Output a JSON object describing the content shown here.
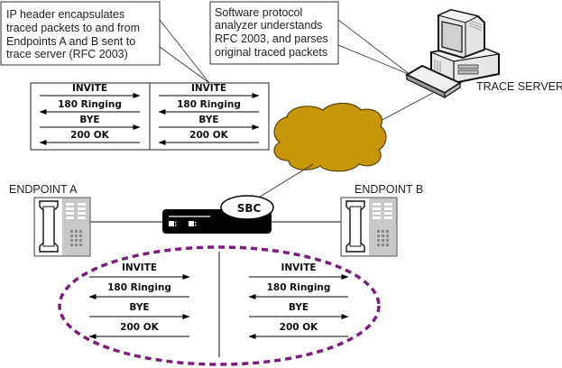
{
  "callouts": {
    "encapsulation": {
      "lines": [
        "IP header encapsulates",
        "traced packets to and from",
        "Endpoints A and B sent to",
        "trace server (RFC 2003)"
      ]
    },
    "analyzer": {
      "lines": [
        "Software protocol",
        "analyzer understands",
        "RFC 2003, and parses",
        "original  traced packets"
      ]
    }
  },
  "nodes": {
    "trace_server": "TRACE SERVER",
    "endpoint_a": "ENDPOINT A",
    "endpoint_b": "ENDPOINT B",
    "sbc": "SBC",
    "network": "cloud-network"
  },
  "traced_box": {
    "left": [
      {
        "label": "INVITE",
        "direction": "right"
      },
      {
        "label": "180 Ringing",
        "direction": "left"
      },
      {
        "label": "BYE",
        "direction": "right"
      },
      {
        "label": "200 OK",
        "direction": "left"
      }
    ],
    "right": [
      {
        "label": "INVITE",
        "direction": "right"
      },
      {
        "label": "180 Ringing",
        "direction": "left"
      },
      {
        "label": "BYE",
        "direction": "right"
      },
      {
        "label": "200 OK",
        "direction": "left"
      }
    ]
  },
  "original_flow": {
    "left": [
      {
        "label": "INVITE",
        "direction": "right"
      },
      {
        "label": "180 Ringing",
        "direction": "left"
      },
      {
        "label": "BYE",
        "direction": "right"
      },
      {
        "label": "200 OK",
        "direction": "left"
      }
    ],
    "right": [
      {
        "label": "INVITE",
        "direction": "right"
      },
      {
        "label": "180 Ringing",
        "direction": "left"
      },
      {
        "label": "BYE",
        "direction": "right"
      },
      {
        "label": "200 OK",
        "direction": "left"
      }
    ]
  },
  "colors": {
    "cloud": "#c8960a",
    "ellipse": "#7a1f7a",
    "phone_panel": "#c8c8c8"
  }
}
